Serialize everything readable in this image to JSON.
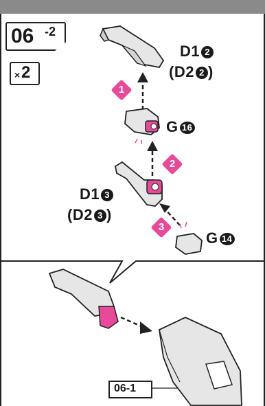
{
  "step": {
    "number": "06",
    "sub": "-2"
  },
  "quantity": {
    "prefix": "×",
    "count": "2"
  },
  "parts": {
    "top_label": "D1",
    "top_num": "2",
    "top_alt": "(D2",
    "top_alt_num": "2",
    "top_alt_close": ")",
    "mid_label": "G",
    "mid_num": "16",
    "left_label": "D1",
    "left_num": "3",
    "left_alt": "(D2",
    "left_alt_num": "3",
    "left_alt_close": ")",
    "bottom_label": "G",
    "bottom_num": "14"
  },
  "badges": [
    "1",
    "2",
    "3"
  ],
  "reference": {
    "label": "06-1"
  },
  "colors": {
    "accent": "#e84a9a",
    "line": "#222222",
    "bar": "#8a8a8a"
  }
}
